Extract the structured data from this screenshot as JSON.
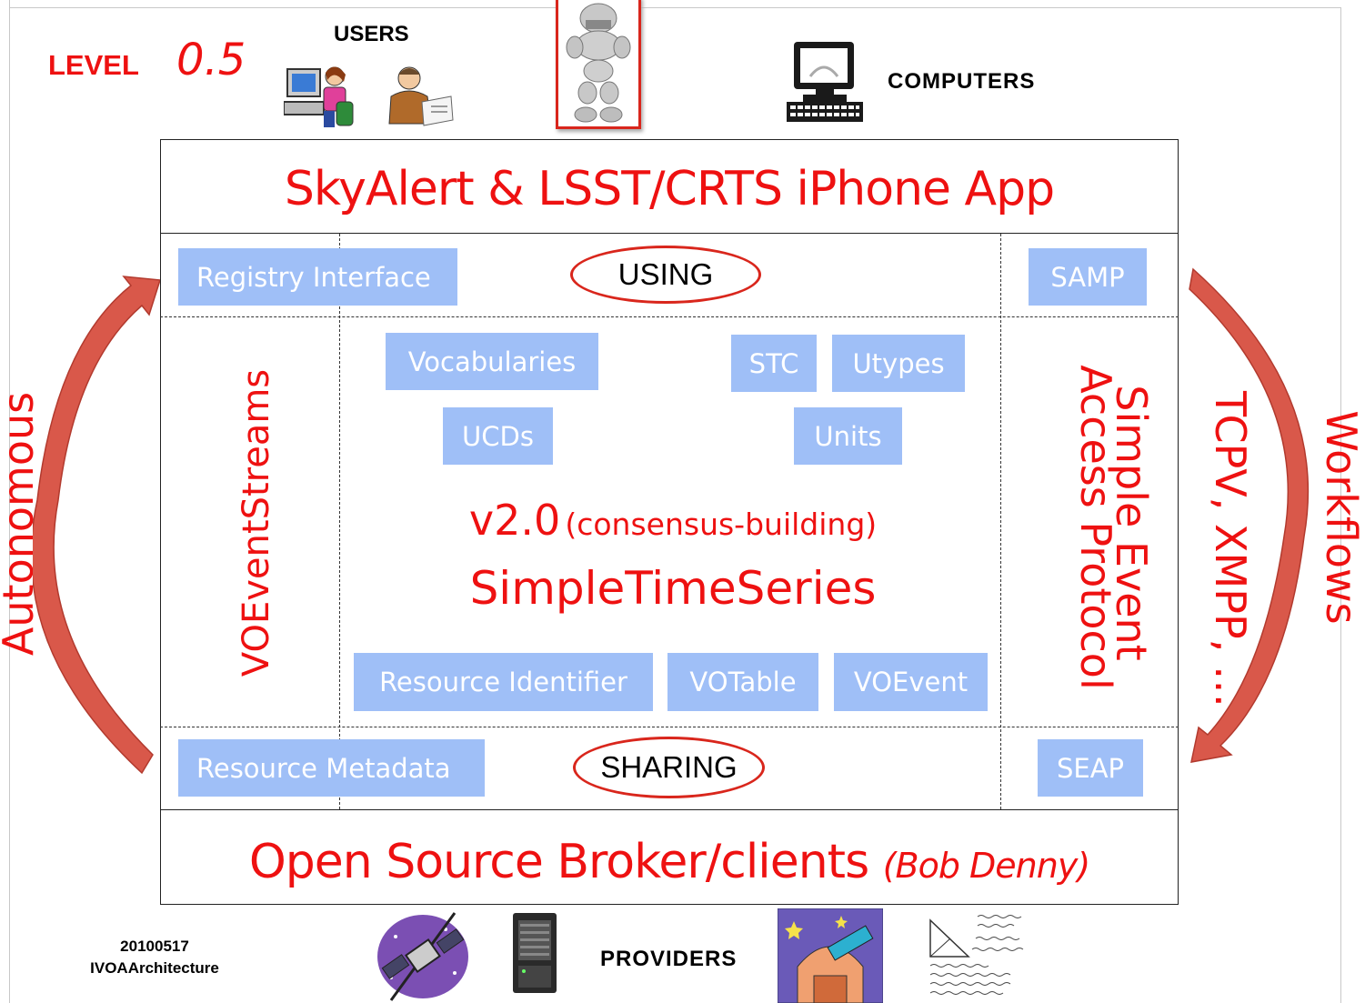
{
  "level": {
    "label": "LEVEL",
    "value": "0.5"
  },
  "users_label": "USERS",
  "computers_label": "COMPUTERS",
  "providers_label": "PROVIDERS",
  "footer": {
    "date": "20100517",
    "name": "IVOAArchitecture"
  },
  "top_title": "SkyAlert & LSST/CRTS iPhone App",
  "bottom_title": {
    "main": "Open Source Broker/clients ",
    "credit": "(Bob Denny)"
  },
  "ellipses": {
    "using": "USING",
    "sharing": "SHARING"
  },
  "boxes": {
    "registry_interface": "Registry Interface",
    "samp": "SAMP",
    "vocabularies": "Vocabularies",
    "stc": "STC",
    "utypes": "Utypes",
    "ucds": "UCDs",
    "units": "Units",
    "resource_identifier": "Resource Identifier",
    "votable": "VOTable",
    "voevent": "VOEvent",
    "resource_metadata": "Resource Metadata",
    "seap": "SEAP"
  },
  "center": {
    "version": "v2.0",
    "consensus": "(consensus-building)",
    "series": "SimpleTimeSeries"
  },
  "vertical": {
    "voeventstreams": "VOEventStreams",
    "access_protocol": "Access Protocol",
    "simple_event": "Simple Event",
    "tcpv": "TCPV, XMPP, …",
    "workflows": "Workflows",
    "autonomous": "Autonomous"
  },
  "colors": {
    "red": "#ee1111",
    "box_blue": "#9fbff7",
    "arrow": "#d9584a"
  }
}
